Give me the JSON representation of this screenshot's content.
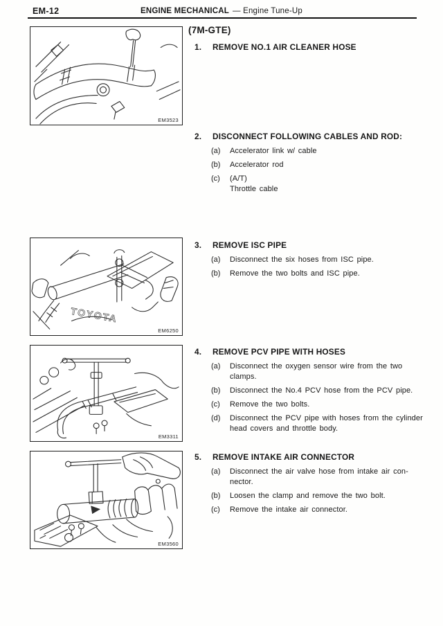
{
  "page": {
    "code": "EM-12",
    "title_bold": "ENGINE MECHANICAL",
    "title_rest": "— Engine Tune-Up",
    "engine_model": "(7M-GTE)"
  },
  "figures": [
    {
      "id": "EM3523"
    },
    {
      "id": "EM6250",
      "annotation": "TOYOTA"
    },
    {
      "id": "EM3311"
    },
    {
      "id": "EM3560"
    }
  ],
  "steps": [
    {
      "num": "1.",
      "title": "REMOVE NO.1 AIR CLEANER HOSE",
      "substeps": []
    },
    {
      "num": "2.",
      "title": "DISCONNECT FOLLOWING CABLES AND ROD:",
      "substeps": [
        {
          "label": "(a)",
          "text": "Accelerator link w/ cable"
        },
        {
          "label": "(b)",
          "text": "Accelerator rod"
        },
        {
          "label": "(c)",
          "text": "(A/T)\nThrottle cable"
        }
      ]
    },
    {
      "num": "3.",
      "title": "REMOVE ISC PIPE",
      "substeps": [
        {
          "label": "(a)",
          "text": "Disconnect the six hoses from ISC pipe."
        },
        {
          "label": "(b)",
          "text": "Remove the two bolts and ISC pipe."
        }
      ]
    },
    {
      "num": "4.",
      "title": "REMOVE PCV PIPE WITH HOSES",
      "substeps": [
        {
          "label": "(a)",
          "text": "Disconnect the oxygen sensor wire from the two\nclamps."
        },
        {
          "label": "(b)",
          "text": "Disconnect the No.4 PCV hose from the PCV pipe."
        },
        {
          "label": "(c)",
          "text": "Remove the two bolts."
        },
        {
          "label": "(d)",
          "text": "Disconnect the PCV pipe with hoses from the cylinder\nhead covers and throttle body."
        }
      ]
    },
    {
      "num": "5.",
      "title": "REMOVE INTAKE AIR CONNECTOR",
      "substeps": [
        {
          "label": "(a)",
          "text": "Disconnect the air valve hose from intake air con-\nnector."
        },
        {
          "label": "(b)",
          "text": "Loosen the clamp and remove the two bolt."
        },
        {
          "label": "(c)",
          "text": "Remove the intake air connector."
        }
      ]
    }
  ]
}
